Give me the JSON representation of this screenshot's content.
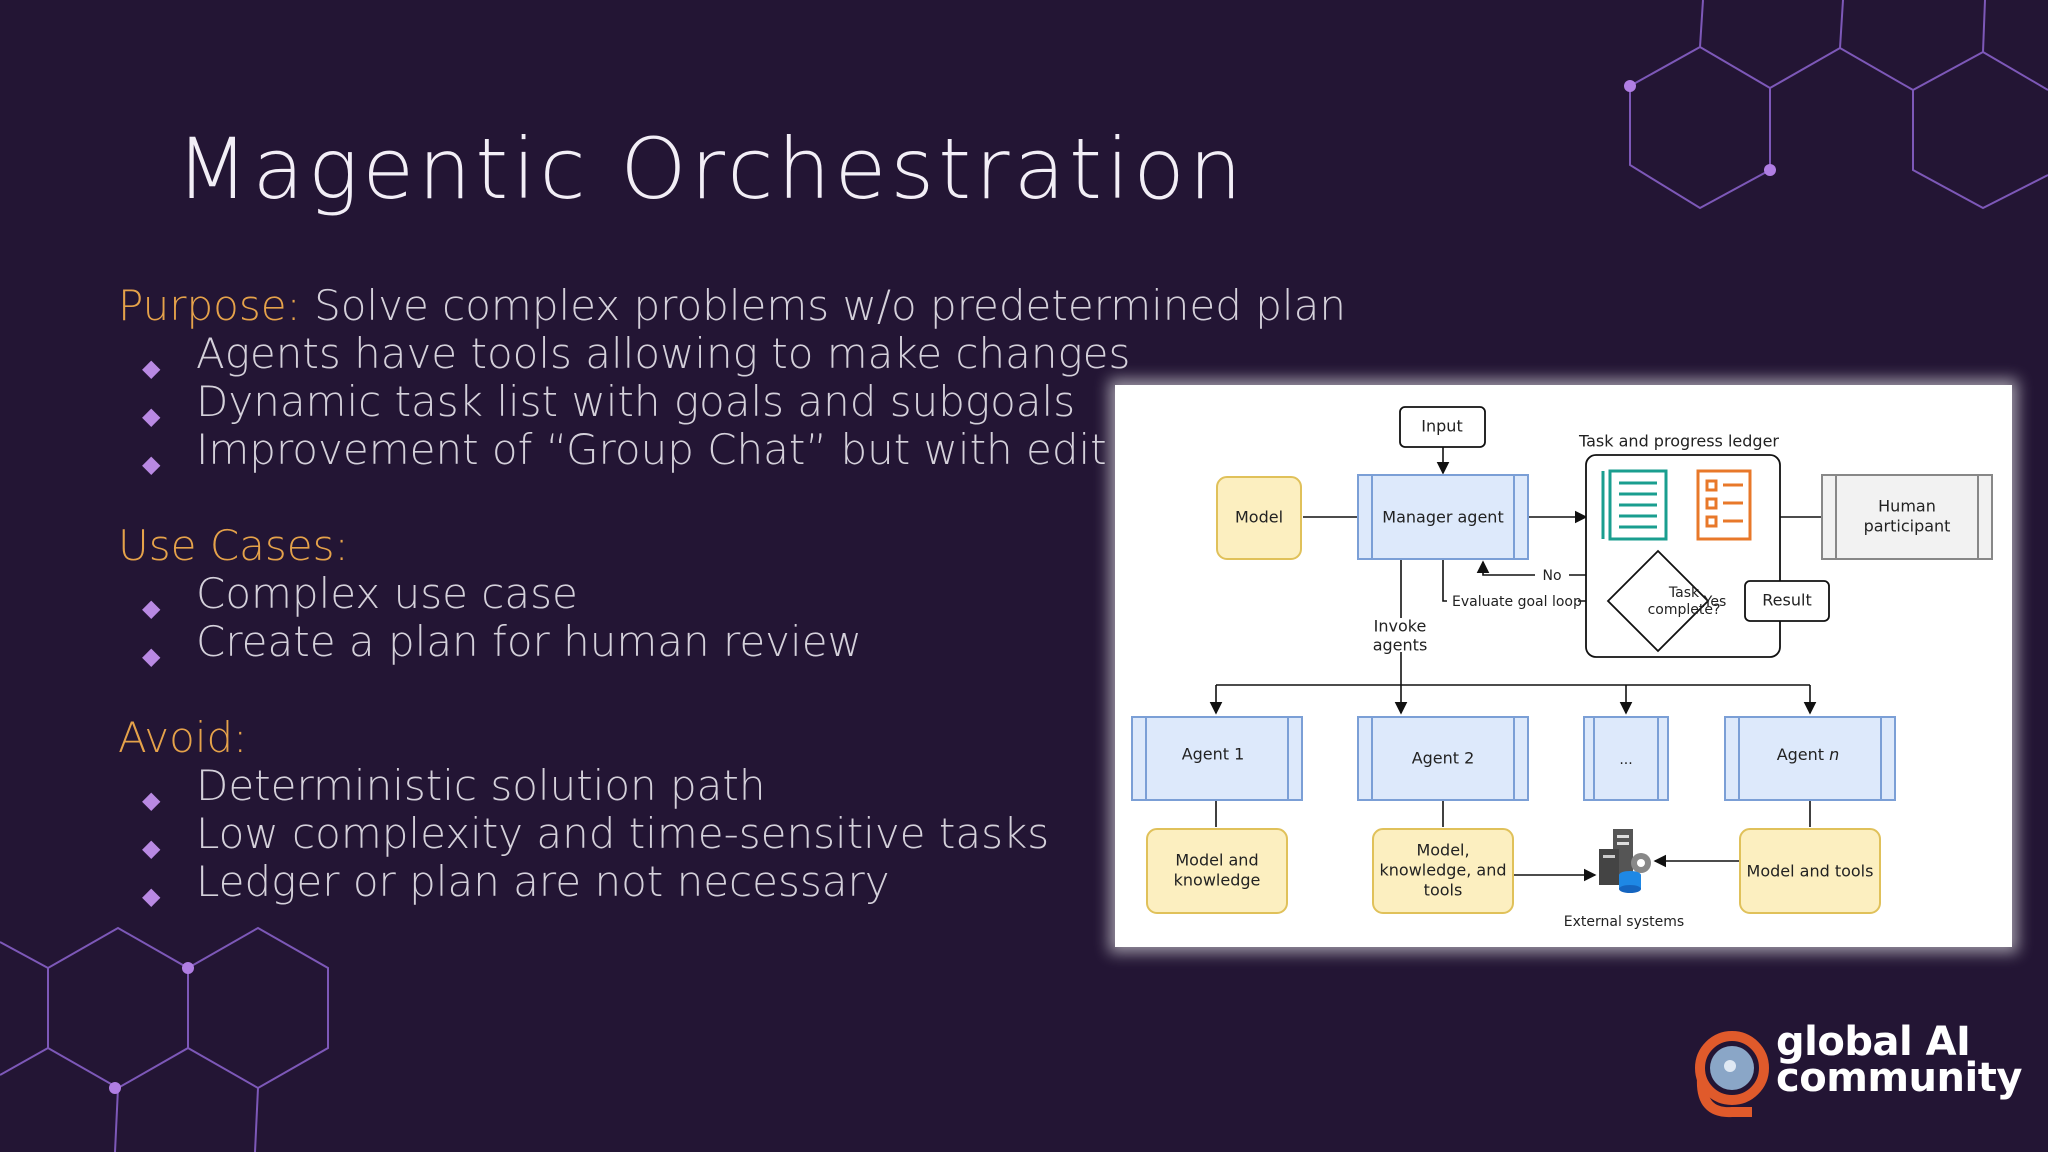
{
  "slide": {
    "title": "Magentic Orchestration",
    "purpose_label": "Purpose:",
    "purpose_text": " Solve complex problems w/o predetermined plan",
    "purpose_bullets": [
      "Agents have tools allowing to make changes",
      "Dynamic task list with goals and subgoals",
      "Improvement of “Group Chat” but with edit"
    ],
    "use_cases_heading": "Use Cases:",
    "use_case_bullets": [
      "Complex use case",
      "Create a plan for human review"
    ],
    "avoid_heading": "Avoid:",
    "avoid_bullets": [
      "Deterministic solution path",
      "Low complexity and time-sensitive tasks",
      "Ledger or plan are not necessary"
    ]
  },
  "diagram": {
    "input": "Input",
    "ledger_title": "Task and progress ledger",
    "model": "Model",
    "manager_agent": "Manager agent",
    "human_participant_line1": "Human",
    "human_participant_line2": "participant",
    "no_label": "No",
    "evaluate_goal_loop": "Evaluate goal loop",
    "task_complete_line1": "Task",
    "task_complete_line2": "complete?",
    "yes_label": "Yes",
    "result": "Result",
    "invoke_agents_line1": "Invoke",
    "invoke_agents_line2": "agents",
    "agent1": "Agent 1",
    "agent2": "Agent 2",
    "agent_ellipsis": "...",
    "agentn_prefix": "Agent ",
    "agentn_italic": "n",
    "model_knowledge_line1": "Model and",
    "model_knowledge_line2": "knowledge",
    "mkt_line1": "Model,",
    "mkt_line2": "knowledge, and",
    "mkt_line3": "tools",
    "external_systems": "External systems",
    "model_tools": "Model and tools",
    "colors": {
      "agent_fill": "#dde9fb",
      "agent_stroke": "#7b9fd6",
      "model_fill": "#fcefc0",
      "model_stroke": "#e0c15a",
      "ledger_teal": "#1a9e8f",
      "ledger_orange": "#e8782a"
    }
  },
  "branding": {
    "line1": "global AI",
    "line2": "community"
  },
  "theme": {
    "background": "#231534",
    "accent": "#e5a24a",
    "hex_line": "#8d62c9"
  }
}
